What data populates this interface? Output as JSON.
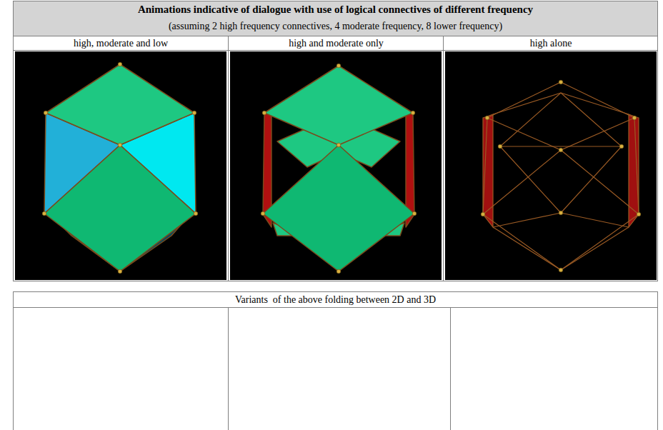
{
  "diagram": {
    "title": "Animations indicative of dialogue with use of logical connectives of different frequency",
    "labels": [
      "(assuming 2 high frequency connectives, 4 moderate frequency, 8 lower frequency)",
      "high, moderate and low",
      "high and moderate only",
      "high alone",
      "Variants  of the above folding between 2D and 3D"
    ]
  }
}
